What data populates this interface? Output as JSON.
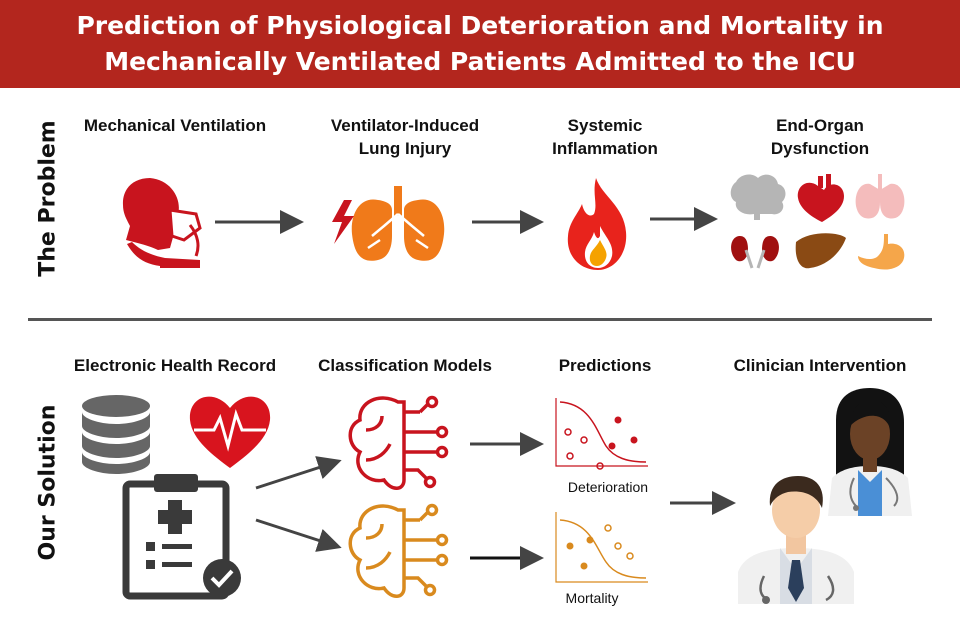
{
  "header": {
    "title_line1": "Prediction of Physiological Deterioration and Mortality in",
    "title_line2": "Mechanically Ventilated Patients Admitted to the ICU"
  },
  "problem": {
    "section_label": "The Problem",
    "steps": [
      {
        "label": "Mechanical Ventilation"
      },
      {
        "label_line1": "Ventilator-Induced",
        "label_line2": "Lung Injury"
      },
      {
        "label_line1": "Systemic",
        "label_line2": "Inflammation"
      },
      {
        "label_line1": "End-Organ",
        "label_line2": "Dysfunction"
      }
    ]
  },
  "solution": {
    "section_label": "Our Solution",
    "steps": [
      {
        "label": "Electronic Health Record"
      },
      {
        "label": "Classification Models"
      },
      {
        "label": "Predictions"
      },
      {
        "label": "Clinician Intervention"
      }
    ],
    "predictions": [
      {
        "label": "Deterioration"
      },
      {
        "label": "Mortality"
      }
    ]
  },
  "colors": {
    "banner": "#b3261e",
    "red": "#c8141e",
    "orange": "#f07a1a",
    "gold": "#d98a1e",
    "arrow": "#444444"
  },
  "icons": [
    "patient-ventilator-icon",
    "lung-injury-icon",
    "flame-icon",
    "brain-icon",
    "heart-icon",
    "lungs-icon",
    "kidneys-icon",
    "liver-icon",
    "stomach-icon",
    "database-icon",
    "heart-rate-icon",
    "clipboard-icon",
    "red-brain-network-icon",
    "orange-brain-network-icon",
    "deterioration-curve-icon",
    "mortality-curve-icon",
    "female-doctor-icon",
    "male-doctor-icon"
  ]
}
